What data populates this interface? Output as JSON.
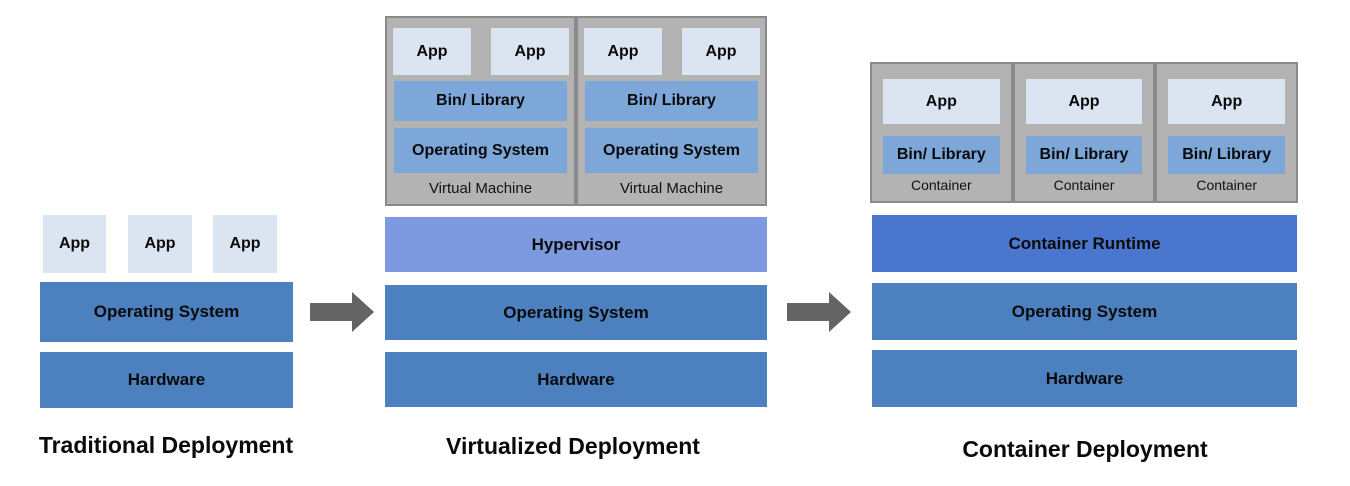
{
  "traditional": {
    "title": "Traditional Deployment",
    "apps": [
      "App",
      "App",
      "App"
    ],
    "os": "Operating System",
    "hardware": "Hardware"
  },
  "virtualized": {
    "title": "Virtualized Deployment",
    "vms": [
      {
        "label": "Virtual Machine",
        "app1": "App",
        "app2": "App",
        "bin": "Bin/ Library",
        "os": "Operating System"
      },
      {
        "label": "Virtual Machine",
        "app1": "App",
        "app2": "App",
        "bin": "Bin/ Library",
        "os": "Operating System"
      }
    ],
    "hypervisor": "Hypervisor",
    "os": "Operating System",
    "hardware": "Hardware"
  },
  "container": {
    "title": "Container Deployment",
    "containers": [
      {
        "label": "Container",
        "app": "App",
        "bin": "Bin/ Library"
      },
      {
        "label": "Container",
        "app": "App",
        "bin": "Bin/ Library"
      },
      {
        "label": "Container",
        "app": "App",
        "bin": "Bin/ Library"
      }
    ],
    "runtime": "Container Runtime",
    "os": "Operating System",
    "hardware": "Hardware"
  },
  "colors": {
    "layer_blue": "#4d80be",
    "hypervisor_blue": "#7d9ae0",
    "runtime_blue": "#4a77cd",
    "bin_library_blue": "#7da7d8",
    "app_light_blue": "#dbe5f1",
    "vm_gray_fill": "#b3b3b3",
    "vm_gray_border": "#8a8a8a",
    "arrow_gray": "#646464"
  }
}
